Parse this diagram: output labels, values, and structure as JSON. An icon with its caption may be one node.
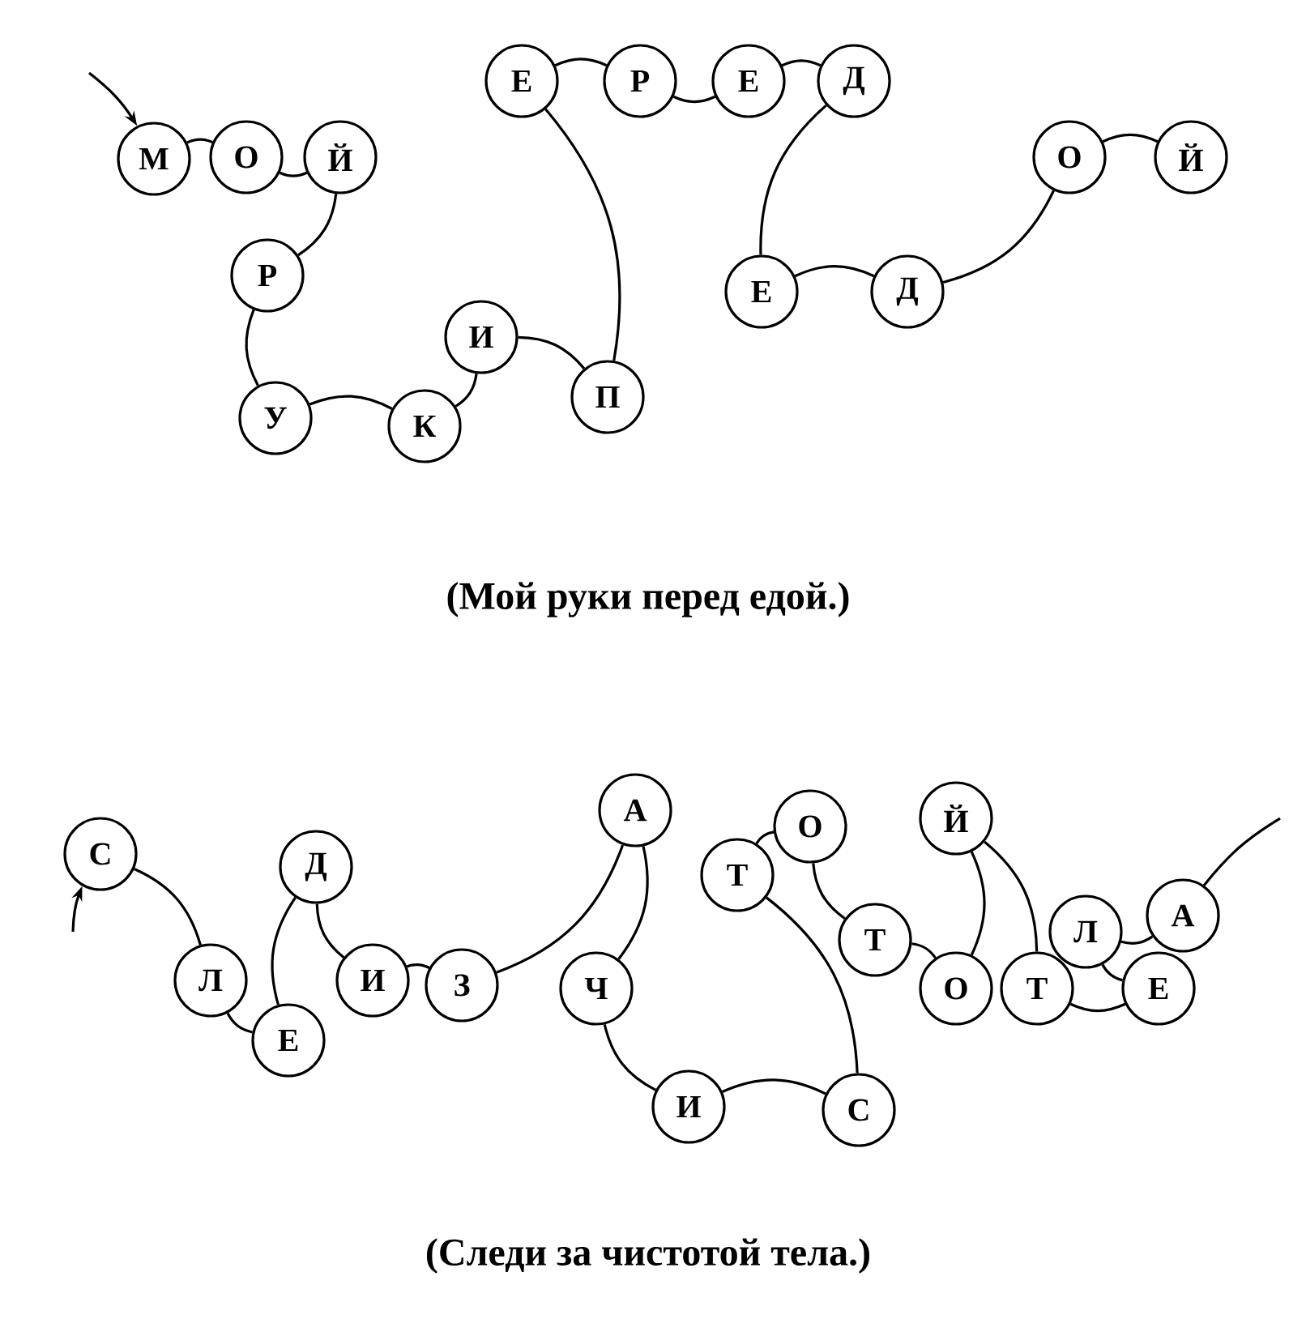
{
  "diagram": {
    "nodes": [
      {
        "text": [
          "М"
        ]
      },
      {
        "text": [
          "О"
        ]
      },
      {
        "text": [
          "Й"
        ]
      },
      {
        "text": [
          "Р"
        ]
      },
      {
        "text": [
          "У"
        ]
      },
      {
        "text": [
          "К"
        ]
      },
      {
        "text": [
          "И"
        ]
      },
      {
        "text": [
          "П"
        ]
      },
      {
        "text": [
          "Е"
        ]
      },
      {
        "text": [
          "Р"
        ]
      },
      {
        "text": [
          "Е"
        ]
      },
      {
        "text": [
          "Д"
        ]
      },
      {
        "text": [
          "Е"
        ]
      },
      {
        "text": [
          "Д"
        ]
      },
      {
        "text": [
          "О"
        ]
      },
      {
        "text": [
          "Й"
        ]
      },
      {
        "text": [
          "С"
        ]
      },
      {
        "text": [
          "Л"
        ]
      },
      {
        "text": [
          "Е"
        ]
      },
      {
        "text": [
          "Д"
        ]
      },
      {
        "text": [
          "И"
        ]
      },
      {
        "text": [
          "З"
        ]
      },
      {
        "text": [
          "А"
        ]
      },
      {
        "text": [
          "Ч"
        ]
      },
      {
        "text": [
          "И"
        ]
      },
      {
        "text": [
          "С"
        ]
      },
      {
        "text": [
          "Т"
        ]
      },
      {
        "text": [
          "О"
        ]
      },
      {
        "text": [
          "Т"
        ]
      },
      {
        "text": [
          "О"
        ]
      },
      {
        "text": [
          "Й"
        ]
      },
      {
        "text": [
          "Т"
        ]
      },
      {
        "text": [
          "Е"
        ]
      },
      {
        "text": [
          "Л"
        ]
      },
      {
        "text": [
          "А"
        ]
      }
    ],
    "edges": [
      {
        "from": null,
        "to": 0,
        "arrow": "to"
      },
      {
        "from": 0,
        "to": 1,
        "arrow": "none"
      },
      {
        "from": 1,
        "to": 2,
        "arrow": "none"
      },
      {
        "from": 2,
        "to": 3,
        "arrow": "none"
      },
      {
        "from": 3,
        "to": 4,
        "arrow": "none"
      },
      {
        "from": 4,
        "to": 5,
        "arrow": "none"
      },
      {
        "from": 5,
        "to": 6,
        "arrow": "none"
      },
      {
        "from": 6,
        "to": 7,
        "arrow": "none"
      },
      {
        "from": 7,
        "to": 8,
        "arrow": "none"
      },
      {
        "from": 8,
        "to": 9,
        "arrow": "none"
      },
      {
        "from": 9,
        "to": 10,
        "arrow": "none"
      },
      {
        "from": 10,
        "to": 11,
        "arrow": "none"
      },
      {
        "from": 11,
        "to": 12,
        "arrow": "none"
      },
      {
        "from": 12,
        "to": 13,
        "arrow": "none"
      },
      {
        "from": 13,
        "to": 14,
        "arrow": "none"
      },
      {
        "from": 14,
        "to": 15,
        "arrow": "none"
      },
      {
        "from": null,
        "to": 16,
        "arrow": "to"
      },
      {
        "from": 16,
        "to": 17,
        "arrow": "none"
      },
      {
        "from": 17,
        "to": 18,
        "arrow": "none"
      },
      {
        "from": 18,
        "to": 19,
        "arrow": "none"
      },
      {
        "from": 19,
        "to": 20,
        "arrow": "none"
      },
      {
        "from": 20,
        "to": 21,
        "arrow": "none"
      },
      {
        "from": 21,
        "to": 22,
        "arrow": "none"
      },
      {
        "from": 22,
        "to": 23,
        "arrow": "none"
      },
      {
        "from": 23,
        "to": 24,
        "arrow": "none"
      },
      {
        "from": 24,
        "to": 25,
        "arrow": "none"
      },
      {
        "from": 25,
        "to": 26,
        "arrow": "none"
      },
      {
        "from": 26,
        "to": 27,
        "arrow": "none"
      },
      {
        "from": 27,
        "to": 28,
        "arrow": "none"
      },
      {
        "from": 28,
        "to": 29,
        "arrow": "none"
      },
      {
        "from": 29,
        "to": 30,
        "arrow": "none"
      },
      {
        "from": 30,
        "to": 31,
        "arrow": "none"
      },
      {
        "from": 31,
        "to": 32,
        "arrow": "none"
      },
      {
        "from": 32,
        "to": 33,
        "arrow": "none"
      },
      {
        "from": 33,
        "to": 34,
        "arrow": "none"
      },
      {
        "from": 34,
        "to": null,
        "arrow": "none"
      }
    ],
    "labels": [
      "(Мой руки перед едой.)",
      "(Следи за чистотой тела.)"
    ]
  }
}
